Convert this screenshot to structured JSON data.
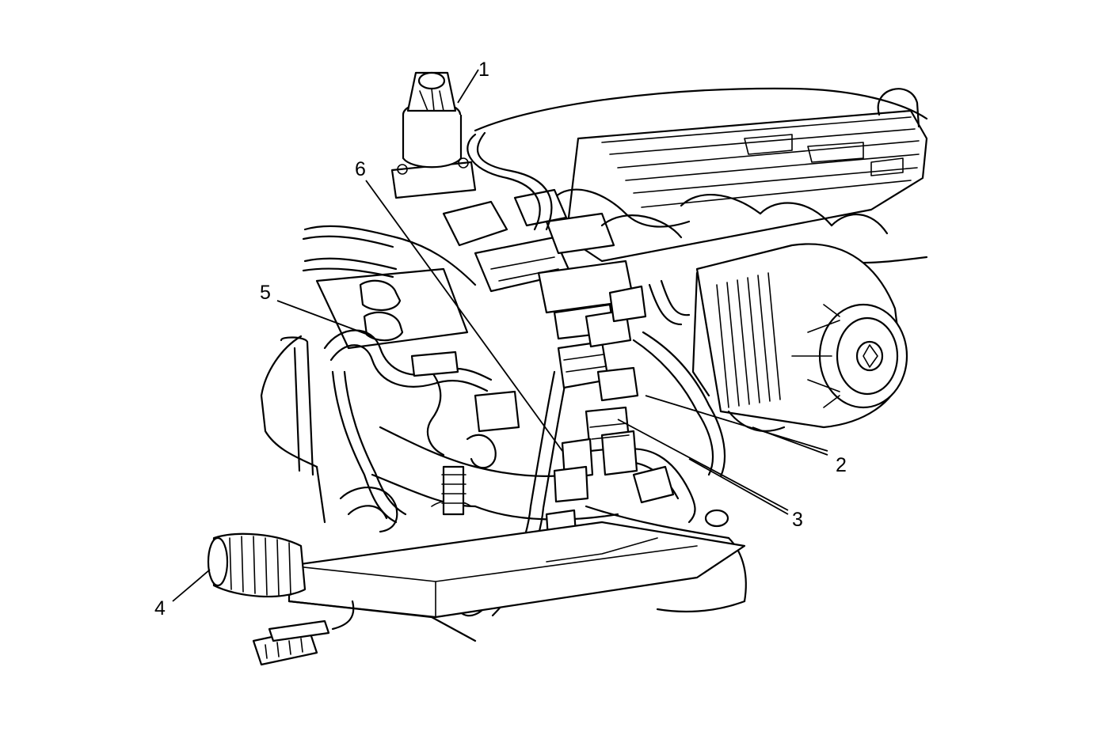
{
  "callouts": [
    {
      "id": "1",
      "text": "1"
    },
    {
      "id": "2",
      "text": "2"
    },
    {
      "id": "3",
      "text": "3"
    },
    {
      "id": "4",
      "text": "4"
    },
    {
      "id": "5",
      "text": "5"
    },
    {
      "id": "6",
      "text": "6"
    }
  ],
  "style": {
    "ink": "#000000",
    "paper": "#ffffff"
  }
}
